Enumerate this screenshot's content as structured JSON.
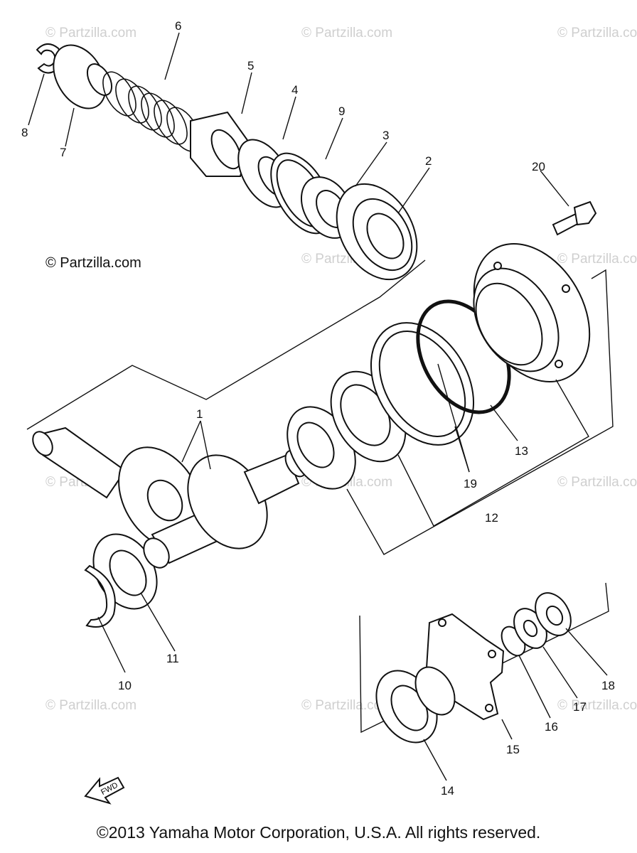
{
  "watermarks": {
    "faint": "© Partzilla.com",
    "dark": "© Partzilla.com"
  },
  "callouts": {
    "c1": "1",
    "c2": "2",
    "c3": "3",
    "c4": "4",
    "c5": "5",
    "c6": "6",
    "c7": "7",
    "c8": "8",
    "c9": "9",
    "c10": "10",
    "c11": "11",
    "c12": "12",
    "c13": "13",
    "c14": "14",
    "c15": "15",
    "c16": "16",
    "c17": "17",
    "c18": "18",
    "c19": "19",
    "c20": "20"
  },
  "fwd_label": "FWD",
  "copyright": "©2013 Yamaha Motor Corporation, U.S.A. All rights reserved."
}
